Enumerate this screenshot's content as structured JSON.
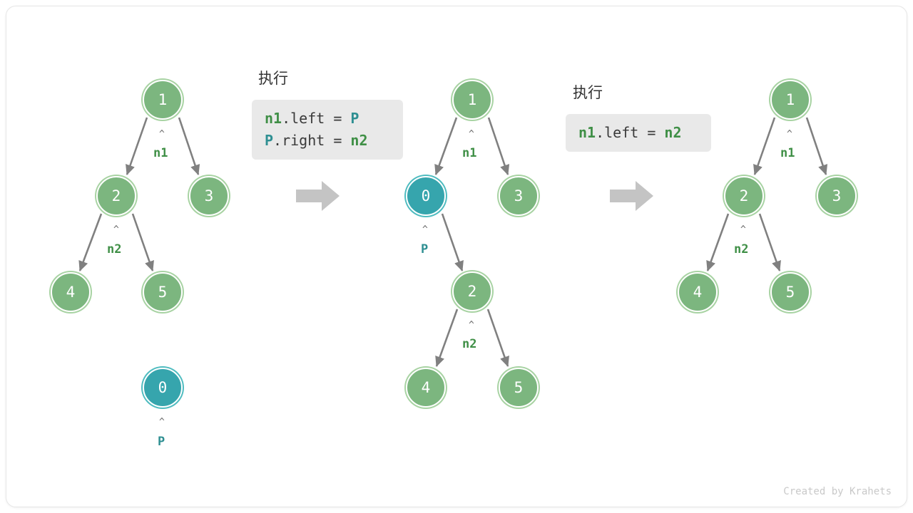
{
  "credit": "Created by Krahets",
  "colors": {
    "node_green": "#7cb67f",
    "node_green_ring": "#a8d3a3",
    "node_teal": "#36a5ad",
    "node_teal_ring": "#4fbcc0",
    "edge_gray": "#808080",
    "label_green": "#3f8f46",
    "label_teal": "#2e8f92",
    "code_bg": "#e9e9e9",
    "arrow_gray": "#c4c4c4"
  },
  "panels": [
    {
      "id": "before",
      "nodes": [
        {
          "value": "1",
          "kind": "green"
        },
        {
          "value": "2",
          "kind": "green"
        },
        {
          "value": "3",
          "kind": "green"
        },
        {
          "value": "4",
          "kind": "green"
        },
        {
          "value": "5",
          "kind": "green"
        },
        {
          "value": "0",
          "kind": "teal"
        }
      ],
      "pointers": [
        {
          "label": "n1",
          "caret": "^",
          "kind": "green"
        },
        {
          "label": "n2",
          "caret": "^",
          "kind": "green"
        },
        {
          "label": "P",
          "caret": "^",
          "kind": "teal"
        }
      ]
    },
    {
      "id": "middle",
      "nodes": [
        {
          "value": "1",
          "kind": "green"
        },
        {
          "value": "0",
          "kind": "teal"
        },
        {
          "value": "3",
          "kind": "green"
        },
        {
          "value": "2",
          "kind": "green"
        },
        {
          "value": "4",
          "kind": "green"
        },
        {
          "value": "5",
          "kind": "green"
        }
      ],
      "pointers": [
        {
          "label": "n1",
          "caret": "^",
          "kind": "green"
        },
        {
          "label": "P",
          "caret": "^",
          "kind": "teal"
        },
        {
          "label": "n2",
          "caret": "^",
          "kind": "green"
        }
      ]
    },
    {
      "id": "after",
      "nodes": [
        {
          "value": "1",
          "kind": "green"
        },
        {
          "value": "2",
          "kind": "green"
        },
        {
          "value": "3",
          "kind": "green"
        },
        {
          "value": "4",
          "kind": "green"
        },
        {
          "value": "5",
          "kind": "green"
        }
      ],
      "pointers": [
        {
          "label": "n1",
          "caret": "^",
          "kind": "green"
        },
        {
          "label": "n2",
          "caret": "^",
          "kind": "green"
        }
      ]
    }
  ],
  "steps": [
    {
      "id": "step1",
      "title": "执行",
      "code_lines": [
        [
          {
            "t": "n1",
            "c": "green"
          },
          {
            "t": ".left = ",
            "c": "plain"
          },
          {
            "t": "P",
            "c": "teal"
          }
        ],
        [
          {
            "t": "P",
            "c": "teal"
          },
          {
            "t": ".right = ",
            "c": "plain"
          },
          {
            "t": "n2",
            "c": "green"
          }
        ]
      ]
    },
    {
      "id": "step2",
      "title": "执行",
      "code_lines": [
        [
          {
            "t": "n1",
            "c": "green"
          },
          {
            "t": ".left = ",
            "c": "plain"
          },
          {
            "t": "n2",
            "c": "green"
          }
        ]
      ]
    }
  ]
}
